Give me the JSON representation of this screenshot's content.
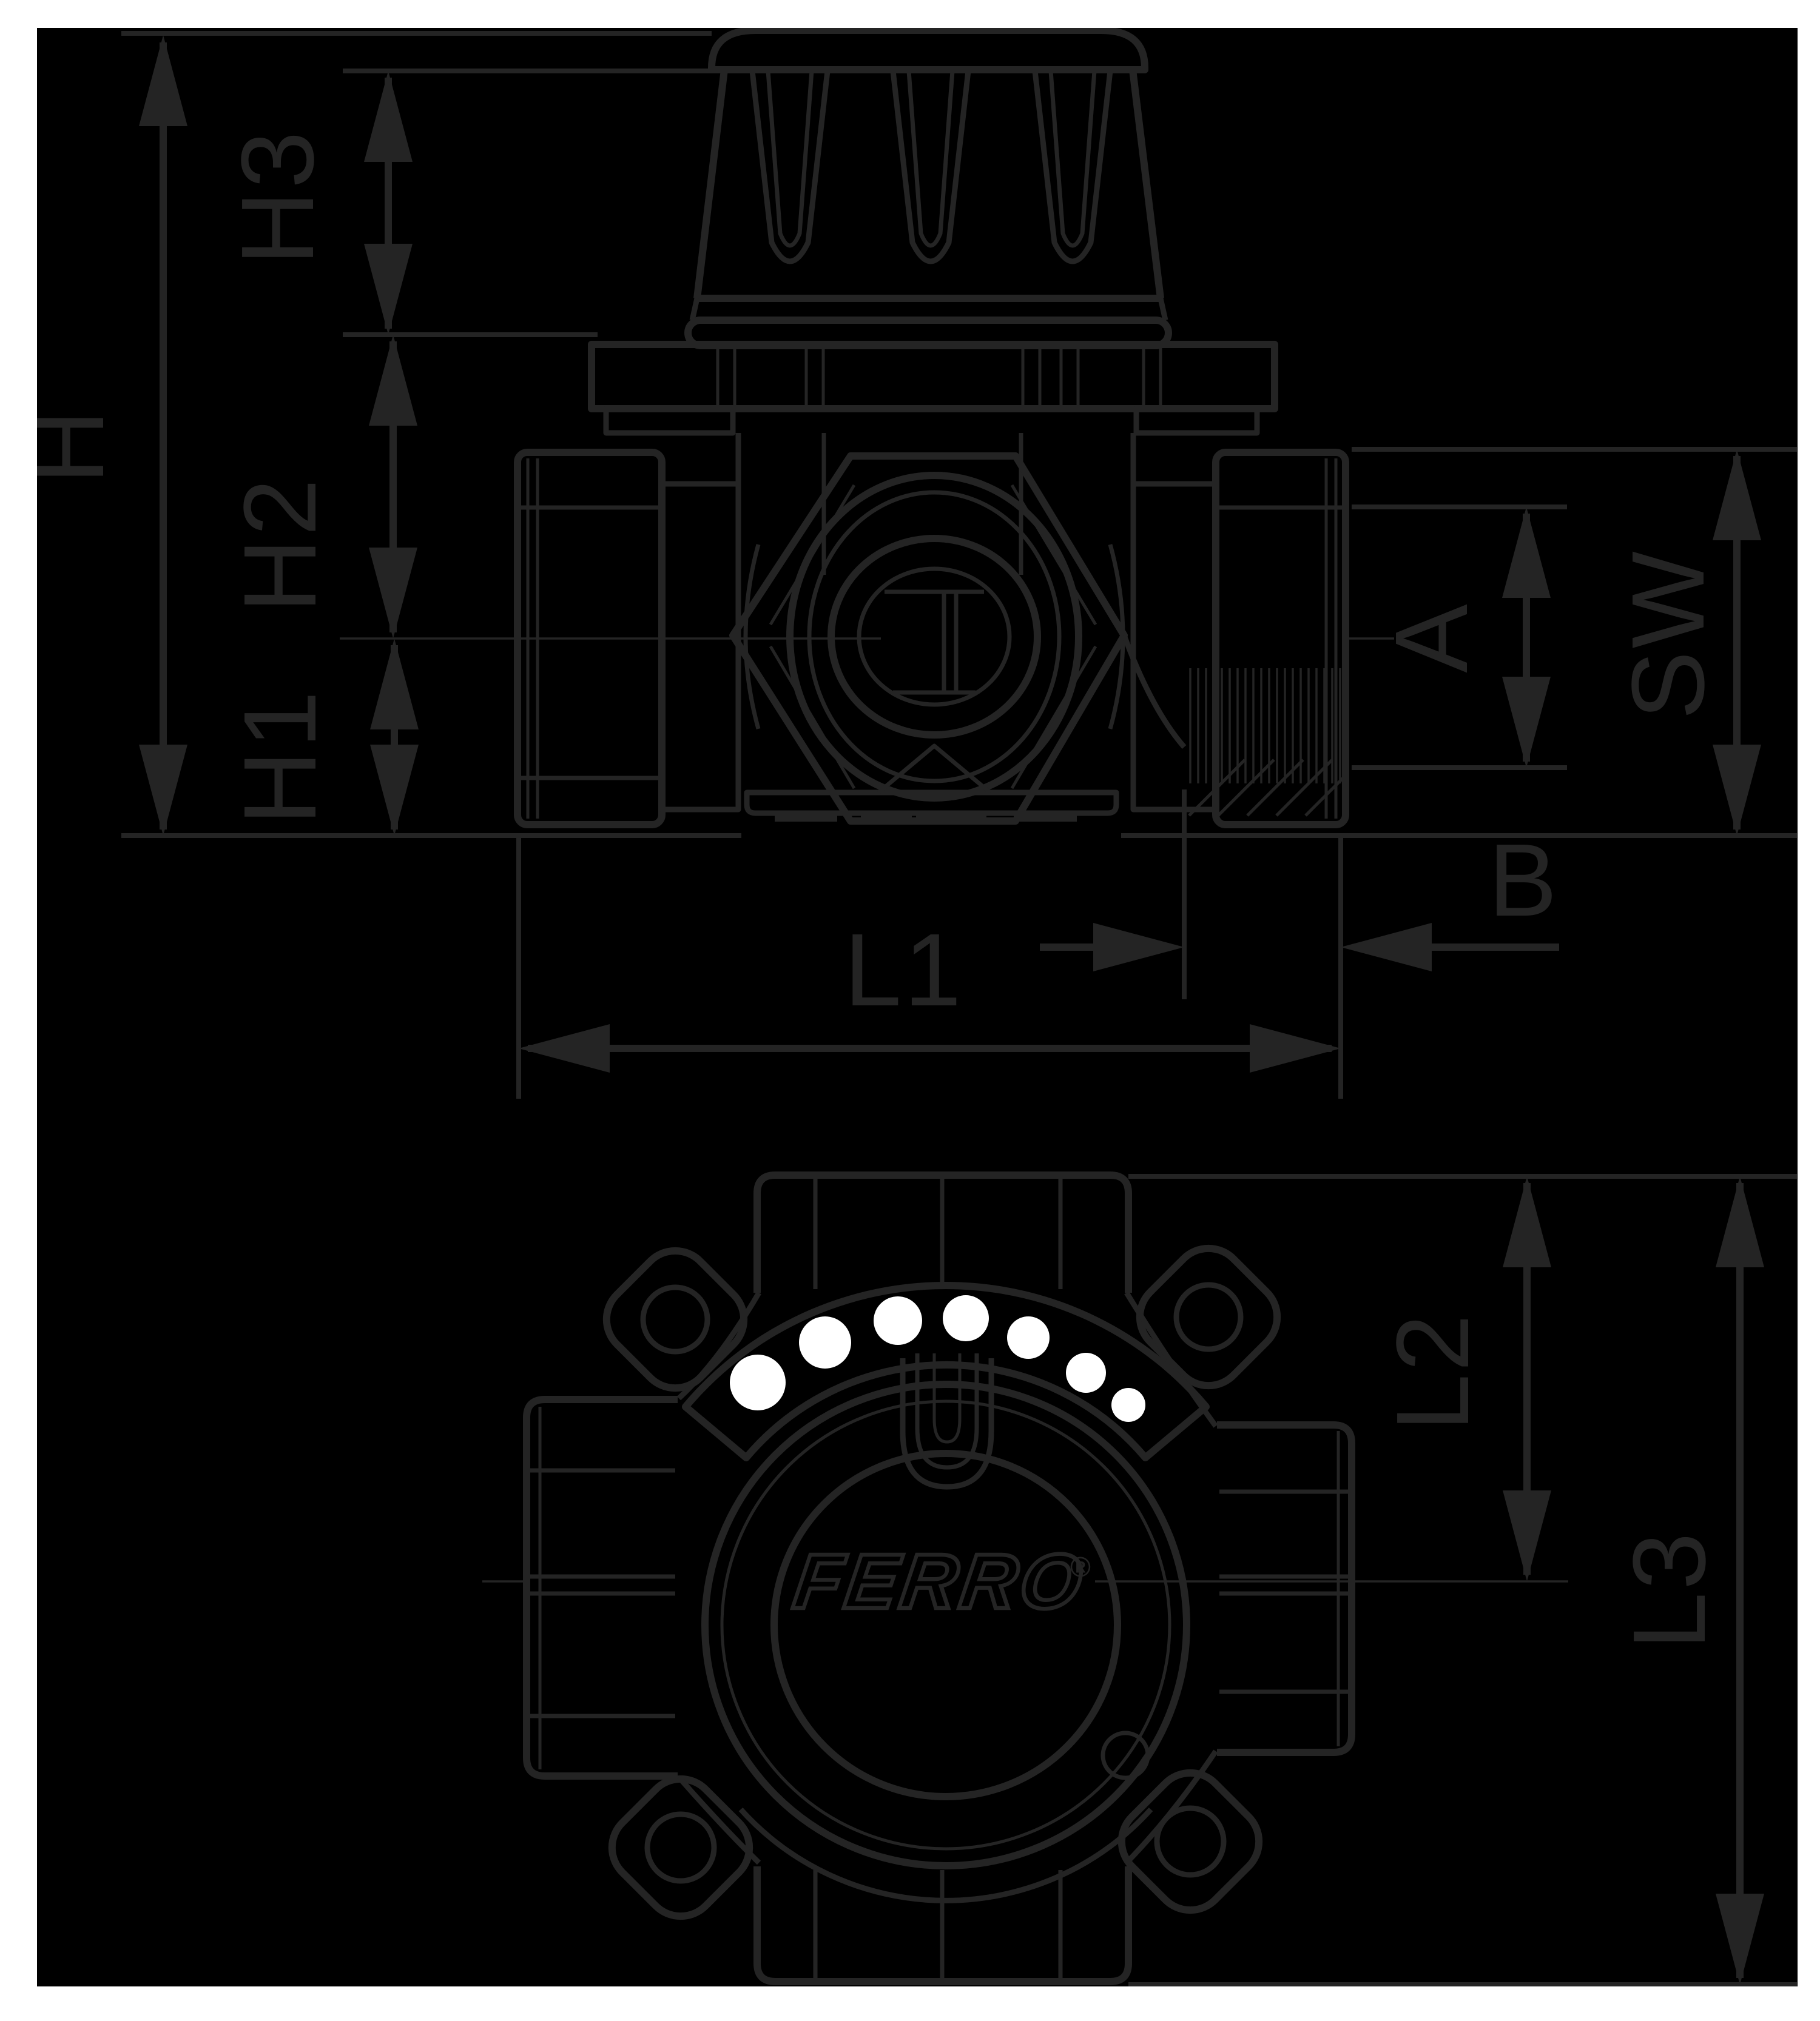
{
  "colors": {
    "background": "#000000",
    "ink": "#242424",
    "paper_margin": "#ffffff",
    "indicator_dots": "#ffffff"
  },
  "logo": {
    "brand": "FERRO",
    "registered_mark": "®"
  },
  "dimension_labels": {
    "h": "H",
    "h1": "H1",
    "h2": "H2",
    "h3": "H3",
    "a": "A",
    "sw": "SW",
    "b": "B",
    "l1": "L1",
    "l2": "L2",
    "l3": "L3"
  },
  "front_view": {
    "indicator_dot_count": 7
  }
}
